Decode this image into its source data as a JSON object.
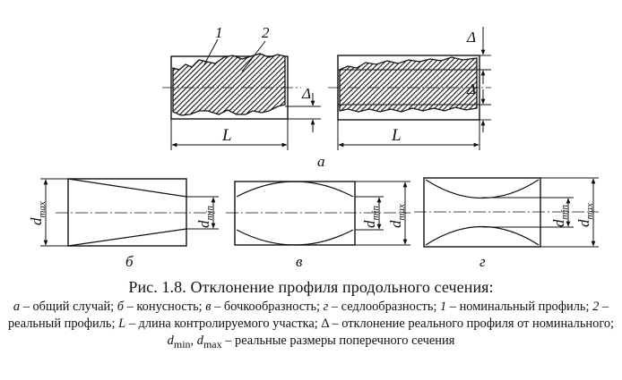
{
  "figure": {
    "top_left": {
      "callout_1": "1",
      "callout_2": "2",
      "length_label": "L",
      "delta_label": "Δ"
    },
    "top_right": {
      "delta_top": "Δ",
      "delta_bottom": "Δ",
      "length_label": "L"
    },
    "panel_a": "a",
    "panel_b": {
      "dmax_main": "d",
      "dmax_sub": "max",
      "dmin_main": "d",
      "dmin_sub": "min",
      "label": "б"
    },
    "panel_v": {
      "dmin_main": "d",
      "dmin_sub": "min",
      "dmax_main": "d",
      "dmax_sub": "max",
      "label": "в"
    },
    "panel_g": {
      "dmin_main": "d",
      "dmin_sub": "min",
      "dmax_main": "d",
      "dmax_sub": "max",
      "label": "г"
    }
  },
  "caption": {
    "title": "Рис. 1.8. Отклонение профиля продольного сечения:",
    "a_key": "а",
    "a_text": " – общий случай; ",
    "b_key": "б",
    "b_text": " – конусность; ",
    "v_key": "в",
    "v_text": " – бочкообразность; ",
    "g_key": "г",
    "g_text": " – седлообразность; ",
    "n1_key": "1",
    "n1_text": " – номинальный профиль; ",
    "n2_key": "2",
    "n2_text": " – реальный профиль; ",
    "L_key": "L",
    "L_text": " – длина контролируемого участка; Δ – отклонение реального профиля от номинального; ",
    "dmin_main": "d",
    "dmin_sub": "min",
    "comma": ", ",
    "dmax_main": "d",
    "dmax_sub": "max",
    "tail": " – реальные размеры поперечного сечения"
  }
}
